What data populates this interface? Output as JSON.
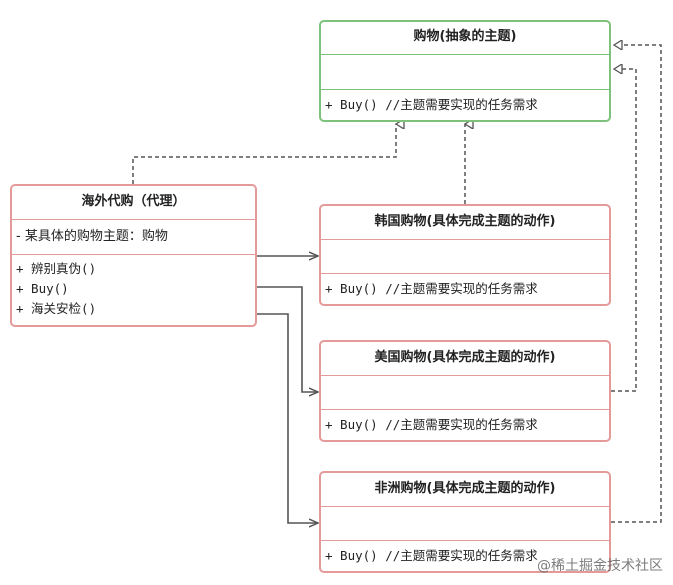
{
  "subject": {
    "title": "购物(抽象的主题)",
    "method": "+ Buy() //主题需要实现的任务需求"
  },
  "proxy": {
    "title": "海外代购（代理）",
    "attribute": "-  某具体的购物主题：购物",
    "methods": [
      "+  辨别真伪()",
      "+  Buy()",
      "+  海关安检()"
    ]
  },
  "real_subjects": [
    {
      "title": "韩国购物(具体完成主题的动作)",
      "method": "+ Buy() //主题需要实现的任务需求"
    },
    {
      "title": "美国购物(具体完成主题的动作)",
      "method": "+ Buy() //主题需要实现的任务需求"
    },
    {
      "title": "非洲购物(具体完成主题的动作)",
      "method": "+ Buy() //主题需要实现的任务需求"
    }
  ],
  "watermark": "@稀土掘金技术社区",
  "colors": {
    "subject_border": "#7cc27a",
    "class_border": "#e59a9a",
    "line": "#555555"
  }
}
